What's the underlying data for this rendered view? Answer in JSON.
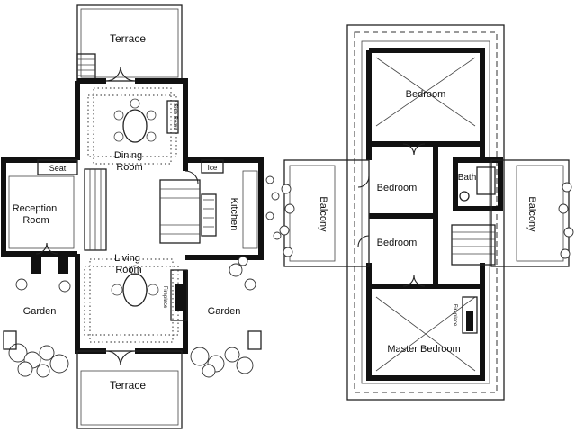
{
  "ground_floor": {
    "rooms": {
      "terrace_top": "Terrace",
      "dining_room": "Dining\nRoom",
      "side_board": "Side Board",
      "seat": "Seat",
      "ice": "Ice",
      "reception_room": "Reception\nRoom",
      "kitchen": "Kitchen",
      "living_room": "Living\nRoom",
      "fireplace": "Fireplace",
      "garden_left": "Garden",
      "garden_right": "Garden",
      "terrace_bottom": "Terrace"
    }
  },
  "upper_floor": {
    "rooms": {
      "bedroom_top": "Bedroom",
      "bedroom_middle_1": "Bedroom",
      "bedroom_middle_2": "Bedroom",
      "bath": "Bath",
      "balcony_left": "Balcony",
      "balcony_right": "Balcony",
      "fireplace": "Fireplace",
      "master_bedroom": "Master Bedroom"
    }
  }
}
